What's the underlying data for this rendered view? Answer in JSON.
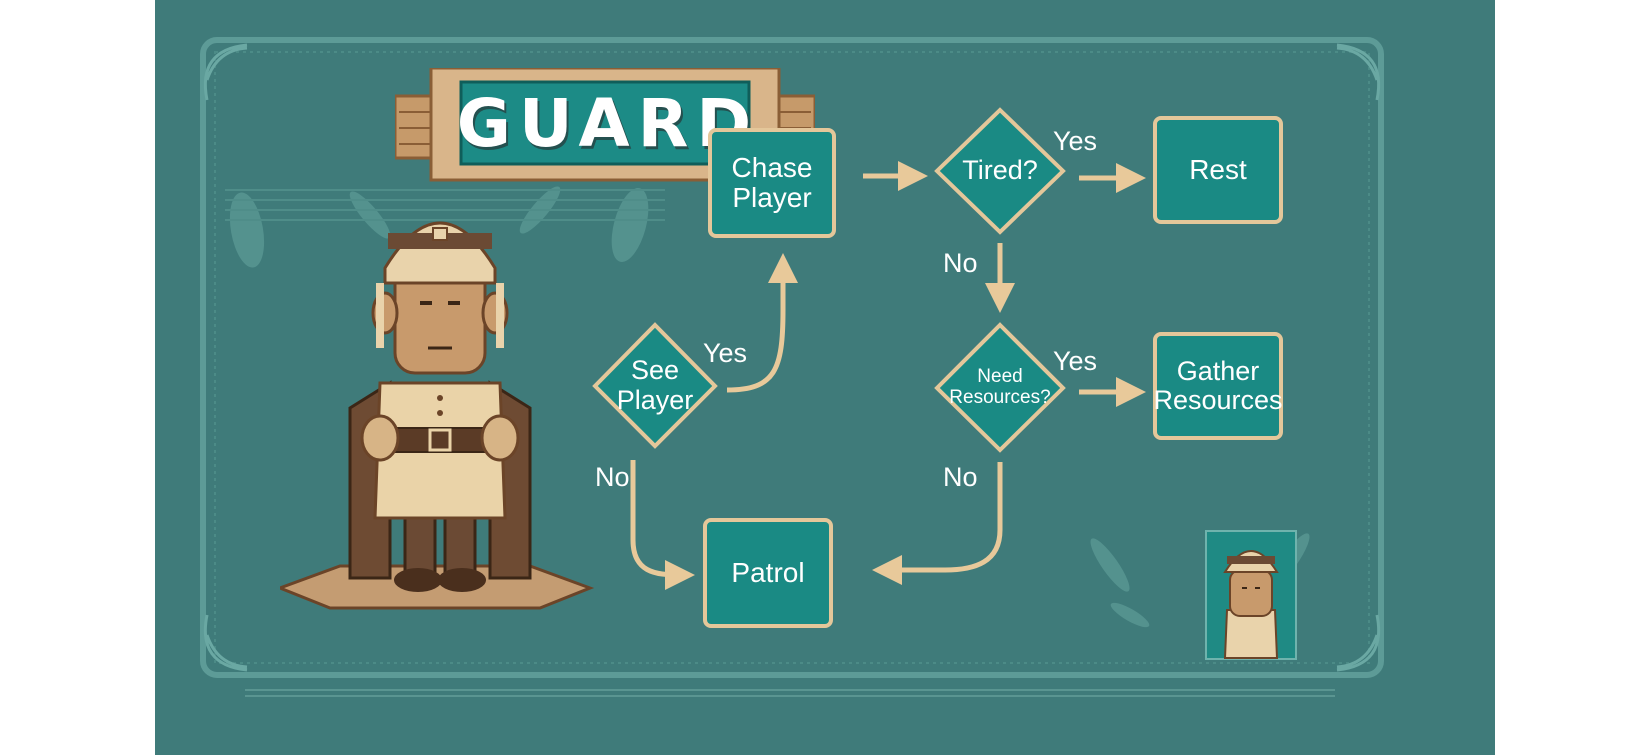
{
  "title": "GUARD",
  "colors": {
    "background": "#3f7b7a",
    "node_fill": "#1a8a84",
    "node_border": "#e4c79a",
    "arrow": "#e8c99a",
    "text": "#ffffff",
    "wood": "#d9b58a"
  },
  "nodes": {
    "see_player": {
      "label": "See\nPlayer",
      "shape": "diamond"
    },
    "chase_player": {
      "label": "Chase\nPlayer",
      "shape": "rectangle"
    },
    "tired": {
      "label": "Tired?",
      "shape": "diamond"
    },
    "rest": {
      "label": "Rest",
      "shape": "rectangle"
    },
    "need_resources": {
      "label": "Need\nResources?",
      "shape": "diamond"
    },
    "gather_resources": {
      "label": "Gather\nResources",
      "shape": "rectangle"
    },
    "patrol": {
      "label": "Patrol",
      "shape": "rectangle"
    }
  },
  "edges": [
    {
      "from": "see_player",
      "to": "chase_player",
      "label": "Yes"
    },
    {
      "from": "see_player",
      "to": "patrol",
      "label": "No"
    },
    {
      "from": "chase_player",
      "to": "tired",
      "label": ""
    },
    {
      "from": "tired",
      "to": "rest",
      "label": "Yes"
    },
    {
      "from": "tired",
      "to": "need_resources",
      "label": "No"
    },
    {
      "from": "need_resources",
      "to": "gather_resources",
      "label": "Yes"
    },
    {
      "from": "need_resources",
      "to": "patrol",
      "label": "No"
    }
  ],
  "illustrations": {
    "main": "guard-figure",
    "thumbnail": "guard-portrait"
  }
}
